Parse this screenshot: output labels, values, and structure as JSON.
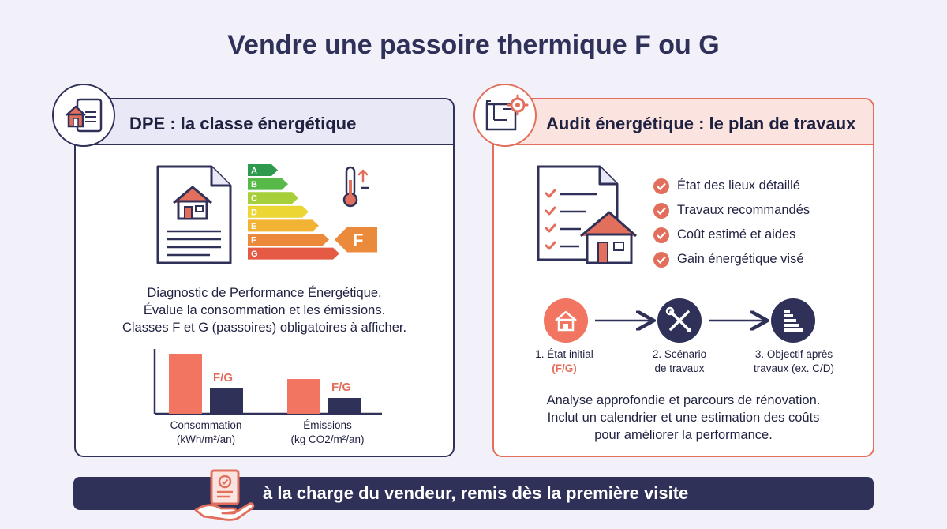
{
  "title": "Vendre une passoire thermique F ou G",
  "dpe": {
    "title": "DPE : la classe énergétique",
    "classes": [
      "A",
      "B",
      "C",
      "D",
      "E",
      "F",
      "G"
    ],
    "selected_class": "F",
    "description": [
      "Diagnostic de Performance Énergétique.",
      "Évalue la consommation et les émissions.",
      "Classes F et G (passoires) obligatoires à afficher."
    ],
    "bars": [
      {
        "label_line1": "Consommation",
        "label_line2": "(kWh/m²/an)",
        "highlight": "F/G"
      },
      {
        "label_line1": "Émissions",
        "label_line2": "(kg CO2/m²/an)",
        "highlight": "F/G"
      }
    ]
  },
  "audit": {
    "title": "Audit énergétique : le plan de travaux",
    "checklist": [
      "État des lieux détaillé",
      "Travaux recommandés",
      "Coût estimé et aides",
      "Gain énergétique visé"
    ],
    "steps": [
      {
        "line1": "1. État initial",
        "line2": "(F/G)"
      },
      {
        "line1": "2. Scénario",
        "line2": "de travaux"
      },
      {
        "line1": "3. Objectif après",
        "line2": "travaux (ex. C/D)"
      }
    ],
    "description": [
      "Analyse approfondie et parcours de rénovation.",
      "Inclut un calendrier et une estimation des coûts",
      "pour améliorer la performance."
    ]
  },
  "banner": {
    "text": "à la charge du vendeur, remis dès la première visite"
  },
  "colors": {
    "navy": "#2f3159",
    "coral": "#e26f5c",
    "energy_scale": [
      "#2e9a4e",
      "#57b947",
      "#a6cf3a",
      "#ecd634",
      "#f2b233",
      "#ec8a3c",
      "#e45a45"
    ]
  }
}
